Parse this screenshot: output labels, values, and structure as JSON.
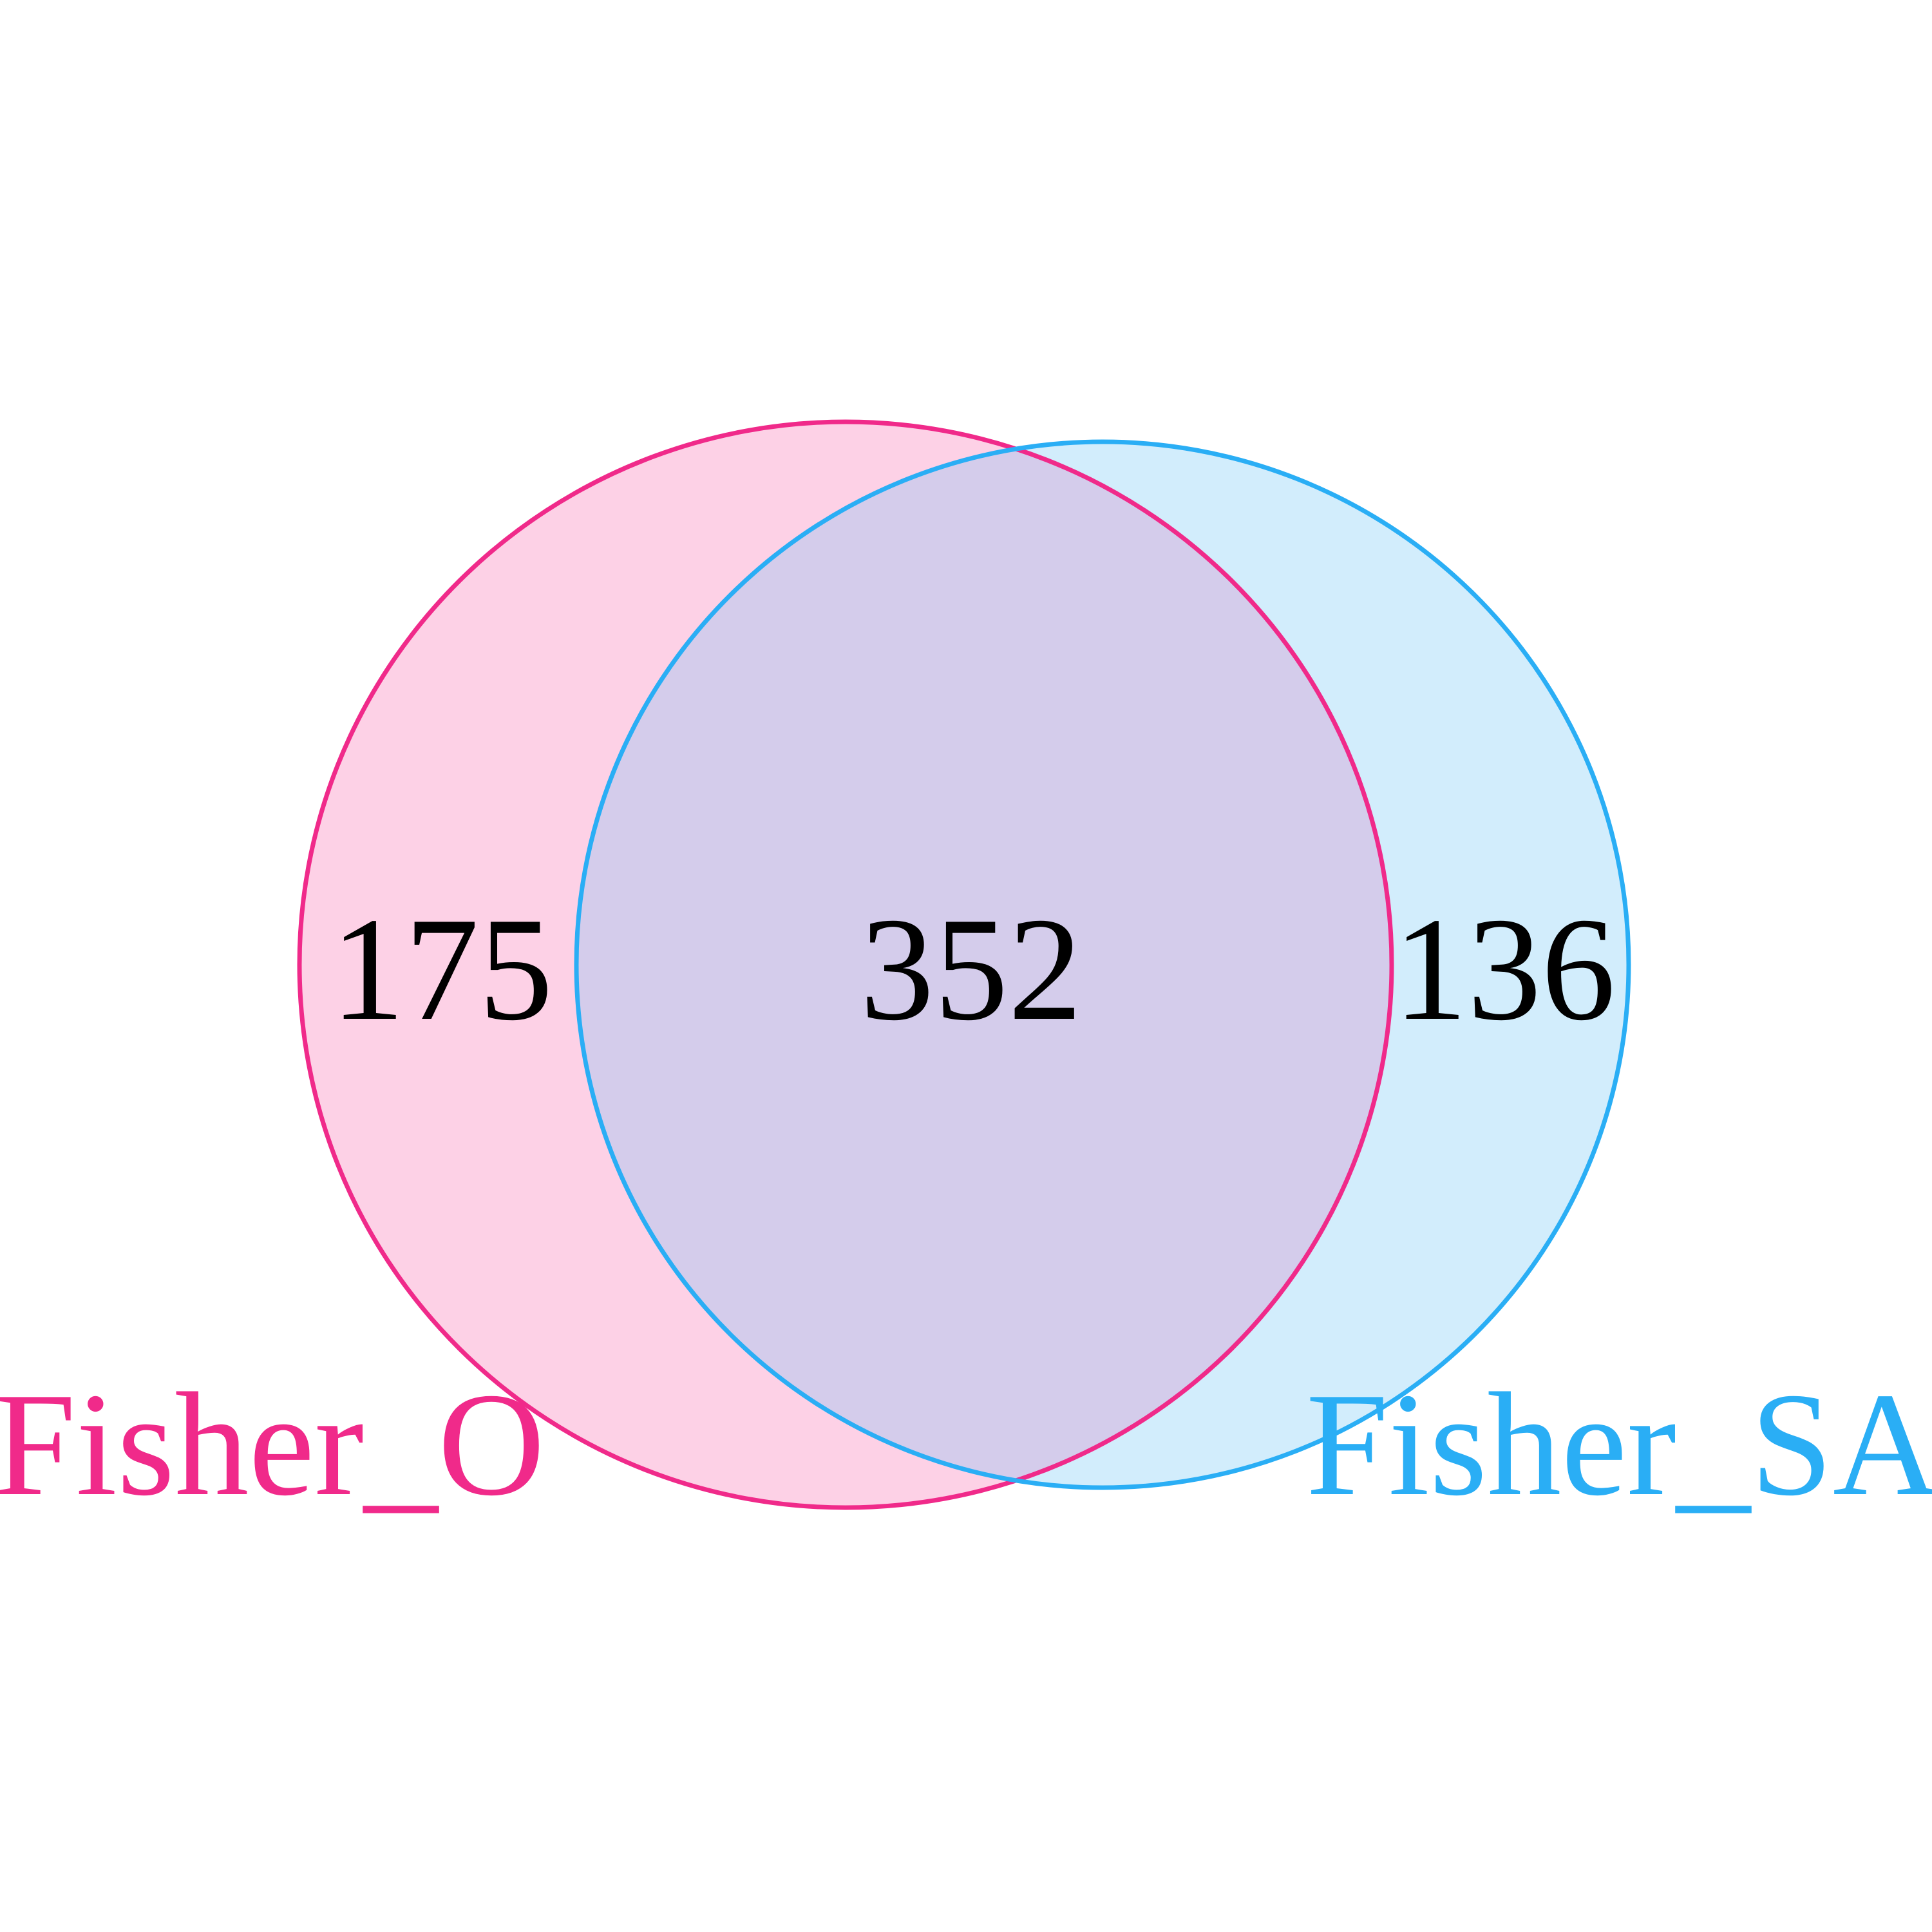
{
  "venn": {
    "sets": [
      {
        "name": "Fisher_O",
        "only_count": "175",
        "stroke_color": "#f02a8a",
        "fill_color": "#fdd1e6"
      },
      {
        "name": "Fisher_SA",
        "only_count": "136",
        "stroke_color": "#2aaef5",
        "fill_color": "#d2edfc"
      }
    ],
    "intersection_count": "352",
    "intersection_fill_color": "#d4cceb",
    "count_text_color": "#000000"
  }
}
